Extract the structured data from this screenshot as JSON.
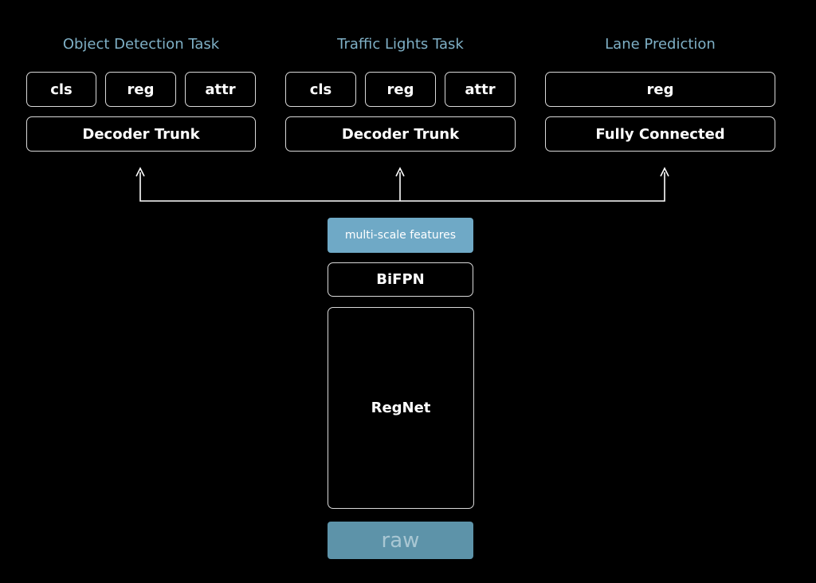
{
  "tasks": [
    {
      "title": "Object Detection Task",
      "heads": [
        "cls",
        "reg",
        "attr"
      ],
      "trunk": "Decoder Trunk"
    },
    {
      "title": "Traffic Lights Task",
      "heads": [
        "cls",
        "reg",
        "attr"
      ],
      "trunk": "Decoder Trunk"
    },
    {
      "title": "Lane Prediction",
      "heads": [
        "reg"
      ],
      "trunk": "Fully Connected"
    }
  ],
  "backbone": {
    "features": "multi-scale features",
    "neck": "BiFPN",
    "network": "RegNet",
    "input": "raw"
  },
  "colors": {
    "background": "#000000",
    "title_text": "#7fb0c6",
    "features_fill": "#6fa9c6",
    "raw_fill": "#5d93a9",
    "box_border": "#d9d9d9",
    "arrow": "#ffffff"
  }
}
